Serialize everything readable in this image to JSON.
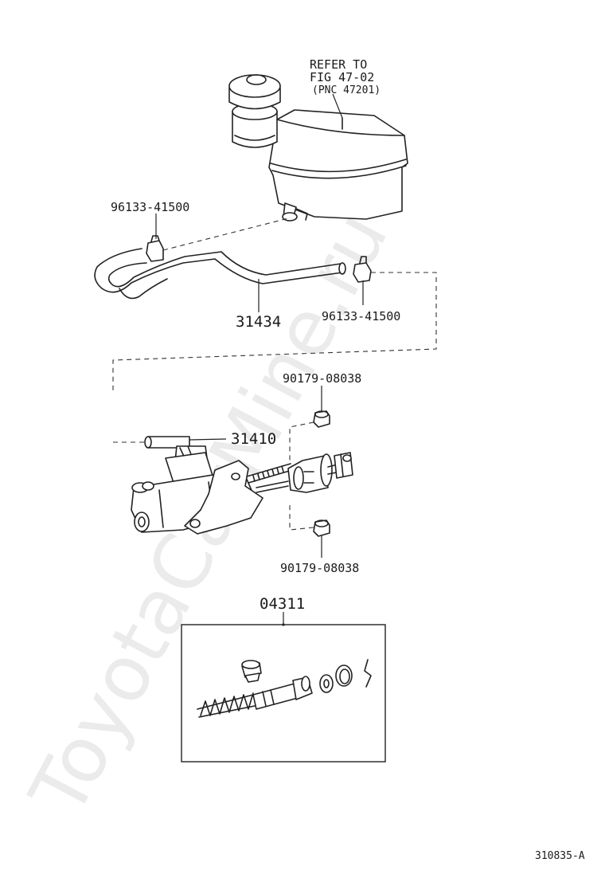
{
  "watermark": "ToyotaCarMine.ru",
  "labels": {
    "refer_line1": "REFER TO",
    "refer_line2": "FIG 47-02",
    "refer_line3": "(PNC 47201)",
    "clip_top": "96133-41500",
    "hose": "31434",
    "clip_right": "96133-41500",
    "grommet_top": "90179-08038",
    "cylinder": "31410",
    "grommet_bottom": "90179-08038",
    "kit": "04311"
  },
  "diagram_id": "310835-A"
}
